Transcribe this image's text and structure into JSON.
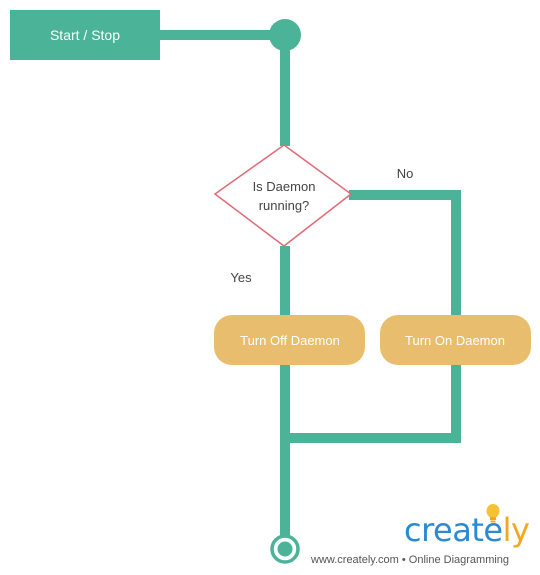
{
  "diagram": {
    "nodes": {
      "start_stop": "Start / Stop",
      "decision_line1": "Is Daemon",
      "decision_line2": "running?",
      "turn_off": "Turn Off Daemon",
      "turn_on": "Turn On Daemon"
    },
    "edges": {
      "no_label": "No",
      "yes_label": "Yes"
    },
    "colors": {
      "connector": "#4bb397",
      "start_fill": "#4bb397",
      "decision_stroke": "#e06a76",
      "process_fill": "#e9bd6e",
      "text_light": "#ffffff",
      "text_dark": "#444444"
    }
  },
  "watermark": {
    "logo_part_a": "creat",
    "logo_part_b": "ly",
    "logo_letter": "e",
    "tagline": "www.creately.com • Online Diagramming"
  }
}
